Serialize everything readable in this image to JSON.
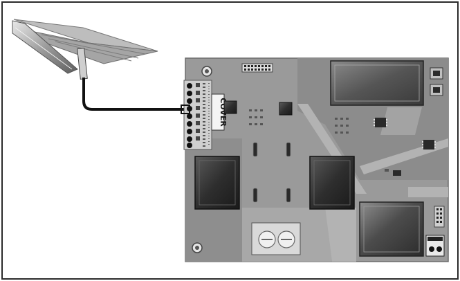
{
  "diagram": {
    "cover_label": "COVER",
    "colors": {
      "frame": "#2a2a2a",
      "board": "#9a9a9a",
      "board_dark": "#7e7e7e",
      "trace": "#b3b3b3",
      "chip": "#3a3a3a",
      "cable": "#111111",
      "terminal": "#d9d9d9"
    },
    "components": [
      "rail-connector",
      "cable",
      "pin-header",
      "cover-label",
      "ribbon-header",
      "display-window",
      "inductor-left",
      "inductor-center",
      "heatsink",
      "terminal-block",
      "jumper"
    ]
  }
}
